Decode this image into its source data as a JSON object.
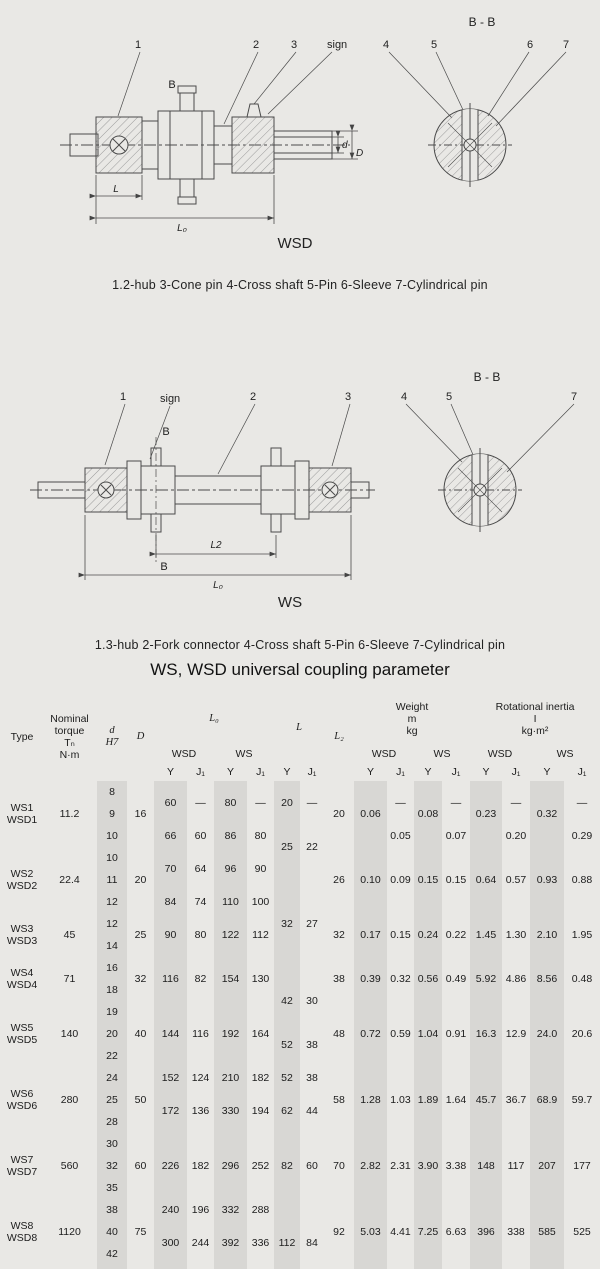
{
  "wsd": {
    "label": "WSD",
    "section": "B - B",
    "c1": "1",
    "c2": "2",
    "c3": "3",
    "c4": "4",
    "c5": "5",
    "c6": "6",
    "c7": "7",
    "sign": "sign",
    "b": "B",
    "dim_l": "L",
    "dim_l0": "L₀",
    "dim_d": "d",
    "dim_D": "D",
    "caption": "1.2-hub  3-Cone pin  4-Cross shaft  5-Pin  6-Sleeve  7-Cylindrical pin"
  },
  "ws": {
    "label": "WS",
    "section": "B - B",
    "c1": "1",
    "c2": "2",
    "c3": "3",
    "c4": "4",
    "c5": "5",
    "c7": "7",
    "sign": "sign",
    "b_top": "B",
    "b_bottom": "B",
    "dim_l2": "L2",
    "dim_l0": "L₀",
    "caption": "1.3-hub  2-Fork connector  4-Cross shaft  5-Pin  6-Sleeve  7-Cylindrical pin"
  },
  "table": {
    "title": "WS, WSD universal coupling parameter",
    "header": [
      [
        {
          "t": "Type",
          "rs": 3
        },
        {
          "t": "Nominal\ntorque\nTₙ\nN·m",
          "rs": 3
        },
        {
          "t": "d\nH7",
          "rs": 3,
          "cls": "sym"
        },
        {
          "t": "D",
          "rs": 3,
          "cls": "sym"
        },
        {
          "t": "L₀",
          "cs": 4,
          "cls": "sym"
        },
        {
          "t": "L",
          "cs": 2,
          "rs": 2,
          "cls": "sym"
        },
        {
          "t": "L₂",
          "rs": 3,
          "cls": "sym"
        },
        {
          "t": "Weight\nm\nkg",
          "cs": 4
        },
        {
          "t": "Rotational inertia\nI\nkg·m²",
          "cs": 4
        }
      ],
      [
        {
          "t": "WSD",
          "cs": 2
        },
        {
          "t": "WS",
          "cs": 2
        },
        {
          "t": "WSD",
          "cs": 2
        },
        {
          "t": "WS",
          "cs": 2
        },
        {
          "t": "WSD",
          "cs": 2
        },
        {
          "t": "WS",
          "cs": 2
        }
      ],
      [
        "Y",
        "J₁",
        "Y",
        "J₁",
        "Y",
        "J₁",
        "Y",
        "J₁",
        "Y",
        "J₁",
        "Y",
        "J₁",
        "Y",
        "J₁"
      ]
    ],
    "body": [
      [
        {
          "t": "WS1\nWSD1",
          "rs": 3
        },
        {
          "t": "11.2",
          "rs": 3
        },
        "8",
        {
          "t": "16",
          "rs": 3
        },
        {
          "t": "60",
          "rs": 2
        },
        {
          "t": "—",
          "rs": 2
        },
        {
          "t": "80",
          "rs": 2
        },
        {
          "t": "—",
          "rs": 2
        },
        {
          "t": "20",
          "rs": 2
        },
        {
          "t": "—",
          "rs": 2
        },
        {
          "t": "20",
          "rs": 3
        },
        {
          "t": "0.06",
          "rs": 3
        },
        {
          "t": "—",
          "rs": 2
        },
        {
          "t": "0.08",
          "rs": 3
        },
        {
          "t": "—",
          "rs": 2
        },
        {
          "t": "0.23",
          "rs": 3
        },
        {
          "t": "—",
          "rs": 2
        },
        {
          "t": "0.32",
          "rs": 3
        },
        {
          "t": "—",
          "rs": 2
        }
      ],
      [
        "9"
      ],
      [
        "10",
        "66",
        "60",
        "86",
        "80",
        {
          "t": "25",
          "rs": 2
        },
        {
          "t": "22",
          "rs": 2
        },
        "0.05",
        "0.07",
        "0.20",
        "0.29"
      ],
      [
        {
          "t": "WS2\nWSD2",
          "rs": 3
        },
        {
          "t": "22.4",
          "rs": 3
        },
        "10",
        {
          "t": "20",
          "rs": 3
        },
        {
          "t": "70",
          "rs": 2
        },
        {
          "t": "64",
          "rs": 2
        },
        {
          "t": "96",
          "rs": 2
        },
        {
          "t": "90",
          "rs": 2
        },
        {
          "t": "26",
          "rs": 3
        },
        {
          "t": "0.10",
          "rs": 3
        },
        {
          "t": "0.09",
          "rs": 3
        },
        {
          "t": "0.15",
          "rs": 3
        },
        {
          "t": "0.15",
          "rs": 3
        },
        {
          "t": "0.64",
          "rs": 3
        },
        {
          "t": "0.57",
          "rs": 3
        },
        {
          "t": "0.93",
          "rs": 3
        },
        {
          "t": "0.88",
          "rs": 3
        }
      ],
      [
        "11",
        {
          "t": "",
          "rs": 2
        },
        {
          "t": "",
          "rs": 2
        }
      ],
      [
        "12",
        "84",
        "74",
        "110",
        "100"
      ],
      [
        {
          "t": "WS3\nWSD3",
          "rs": 2
        },
        {
          "t": "45",
          "rs": 2
        },
        "12",
        {
          "t": "25",
          "rs": 2
        },
        {
          "t": "90",
          "rs": 2
        },
        {
          "t": "80",
          "rs": 2
        },
        {
          "t": "122",
          "rs": 2
        },
        {
          "t": "112",
          "rs": 2
        },
        "32",
        "27",
        {
          "t": "32",
          "rs": 2
        },
        {
          "t": "0.17",
          "rs": 2
        },
        {
          "t": "0.15",
          "rs": 2
        },
        {
          "t": "0.24",
          "rs": 2
        },
        {
          "t": "0.22",
          "rs": 2
        },
        {
          "t": "1.45",
          "rs": 2
        },
        {
          "t": "1.30",
          "rs": 2
        },
        {
          "t": "2.10",
          "rs": 2
        },
        {
          "t": "1.95",
          "rs": 2
        }
      ],
      [
        "14",
        "",
        ""
      ],
      [
        {
          "t": "WS4\nWSD4",
          "rs": 2
        },
        {
          "t": "71",
          "rs": 2
        },
        "16",
        {
          "t": "32",
          "rs": 2
        },
        {
          "t": "116",
          "rs": 2
        },
        {
          "t": "82",
          "rs": 2
        },
        {
          "t": "154",
          "rs": 2
        },
        {
          "t": "130",
          "rs": 2
        },
        "",
        "",
        {
          "t": "38",
          "rs": 2
        },
        {
          "t": "0.39",
          "rs": 2
        },
        {
          "t": "0.32",
          "rs": 2
        },
        {
          "t": "0.56",
          "rs": 2
        },
        {
          "t": "0.49",
          "rs": 2
        },
        {
          "t": "5.92",
          "rs": 2
        },
        {
          "t": "4.86",
          "rs": 2
        },
        {
          "t": "8.56",
          "rs": 2
        },
        {
          "t": "0.48",
          "rs": 2
        }
      ],
      [
        "18",
        {
          "t": "42",
          "rs": 2
        },
        {
          "t": "30",
          "rs": 2
        }
      ],
      [
        {
          "t": "WS5\nWSD5",
          "rs": 3
        },
        {
          "t": "140",
          "rs": 3
        },
        "19",
        {
          "t": "40",
          "rs": 3
        },
        {
          "t": "144",
          "rs": 3
        },
        {
          "t": "116",
          "rs": 3
        },
        {
          "t": "192",
          "rs": 3
        },
        {
          "t": "164",
          "rs": 3
        },
        {
          "t": "48",
          "rs": 3
        },
        {
          "t": "0.72",
          "rs": 3
        },
        {
          "t": "0.59",
          "rs": 3
        },
        {
          "t": "1.04",
          "rs": 3
        },
        {
          "t": "0.91",
          "rs": 3
        },
        {
          "t": "16.3",
          "rs": 3
        },
        {
          "t": "12.9",
          "rs": 3
        },
        {
          "t": "24.0",
          "rs": 3
        },
        {
          "t": "20.6",
          "rs": 3
        }
      ],
      [
        "20",
        {
          "t": "52",
          "rs": 2
        },
        {
          "t": "38",
          "rs": 2
        }
      ],
      [
        "22"
      ],
      [
        {
          "t": "WS6\nWSD6",
          "rs": 3
        },
        {
          "t": "280",
          "rs": 3
        },
        "24",
        {
          "t": "50",
          "rs": 3
        },
        "152",
        "124",
        "210",
        "182",
        "52",
        "38",
        {
          "t": "58",
          "rs": 3
        },
        {
          "t": "1.28",
          "rs": 3
        },
        {
          "t": "1.03",
          "rs": 3
        },
        {
          "t": "1.89",
          "rs": 3
        },
        {
          "t": "1.64",
          "rs": 3
        },
        {
          "t": "45.7",
          "rs": 3
        },
        {
          "t": "36.7",
          "rs": 3
        },
        {
          "t": "68.9",
          "rs": 3
        },
        {
          "t": "59.7",
          "rs": 3
        }
      ],
      [
        "25",
        {
          "t": "172",
          "rs": 2
        },
        {
          "t": "136",
          "rs": 2
        },
        {
          "t": "330",
          "rs": 2
        },
        {
          "t": "194",
          "rs": 2
        },
        {
          "t": "62",
          "rs": 2
        },
        {
          "t": "44",
          "rs": 2
        }
      ],
      [
        "28"
      ],
      [
        {
          "t": "WS7\nWSD7",
          "rs": 3
        },
        {
          "t": "560",
          "rs": 3
        },
        "30",
        {
          "t": "60",
          "rs": 3
        },
        {
          "t": "226",
          "rs": 3
        },
        {
          "t": "182",
          "rs": 3
        },
        {
          "t": "296",
          "rs": 3
        },
        {
          "t": "252",
          "rs": 3
        },
        {
          "t": "82",
          "rs": 3
        },
        {
          "t": "60",
          "rs": 3
        },
        {
          "t": "70",
          "rs": 3
        },
        {
          "t": "2.82",
          "rs": 3
        },
        {
          "t": "2.31",
          "rs": 3
        },
        {
          "t": "3.90",
          "rs": 3
        },
        {
          "t": "3.38",
          "rs": 3
        },
        {
          "t": "148",
          "rs": 3
        },
        {
          "t": "117",
          "rs": 3
        },
        {
          "t": "207",
          "rs": 3
        },
        {
          "t": "177",
          "rs": 3
        }
      ],
      [
        "32"
      ],
      [
        "35"
      ],
      [
        {
          "t": "WS8\nWSD8",
          "rs": 3
        },
        {
          "t": "1120",
          "rs": 3
        },
        "38",
        {
          "t": "75",
          "rs": 3
        },
        "240",
        "196",
        "332",
        "288",
        "",
        "",
        {
          "t": "92",
          "rs": 3
        },
        {
          "t": "5.03",
          "rs": 3
        },
        {
          "t": "4.41",
          "rs": 3
        },
        {
          "t": "7.25",
          "rs": 3
        },
        {
          "t": "6.63",
          "rs": 3
        },
        {
          "t": "396",
          "rs": 3
        },
        {
          "t": "338",
          "rs": 3
        },
        {
          "t": "585",
          "rs": 3
        },
        {
          "t": "525",
          "rs": 3
        }
      ],
      [
        "40",
        {
          "t": "300",
          "rs": 2
        },
        {
          "t": "244",
          "rs": 2
        },
        {
          "t": "392",
          "rs": 2
        },
        {
          "t": "336",
          "rs": 2
        },
        {
          "t": "112",
          "rs": 2
        },
        {
          "t": "84",
          "rs": 2
        }
      ],
      [
        "42"
      ]
    ]
  }
}
